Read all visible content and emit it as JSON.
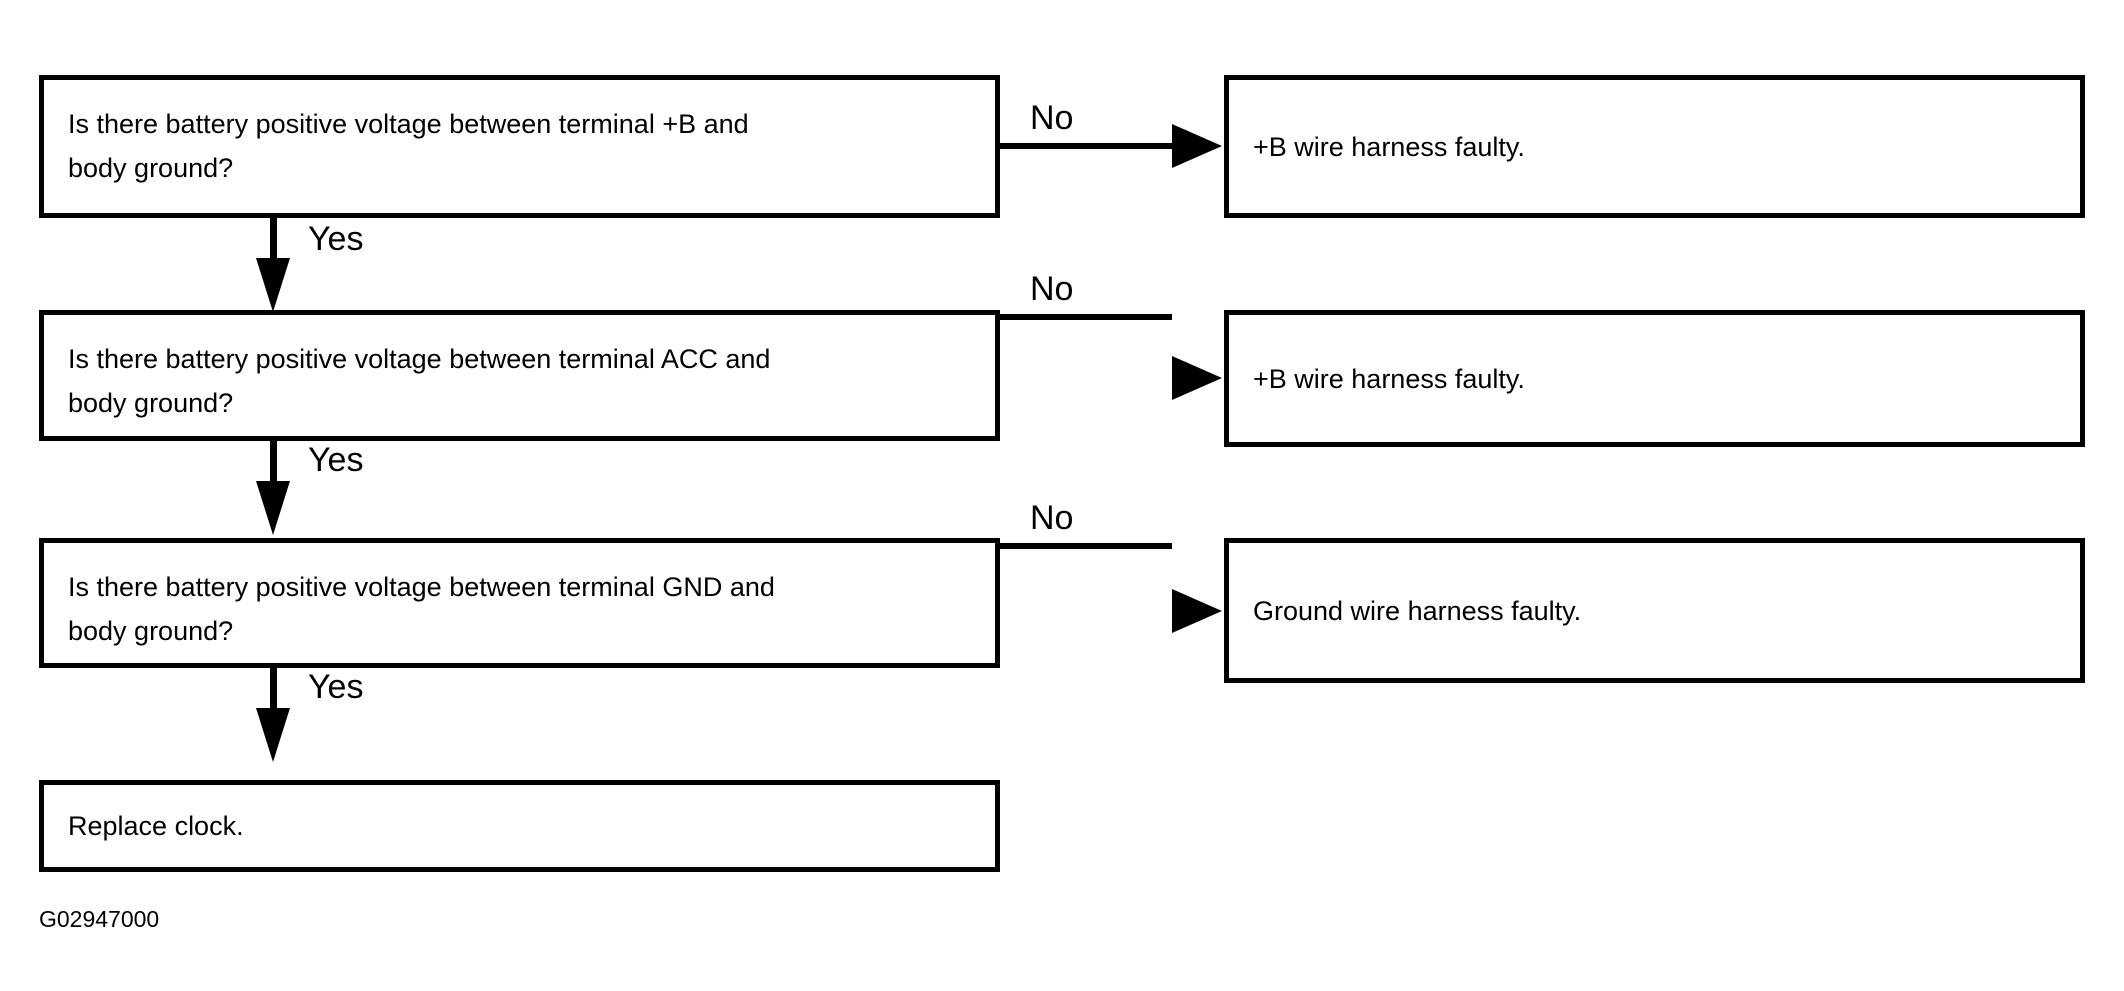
{
  "diagram": {
    "type": "flowchart",
    "caption": "G02947000",
    "nodes": [
      {
        "id": "q1",
        "kind": "decision",
        "text": "Is there battery positive voltage between terminal +B and\nbody ground?"
      },
      {
        "id": "r1",
        "kind": "outcome",
        "text": "+B wire harness faulty."
      },
      {
        "id": "q2",
        "kind": "decision",
        "text": "Is there battery positive voltage between terminal ACC and\nbody ground?"
      },
      {
        "id": "r2",
        "kind": "outcome",
        "text": "+B wire harness faulty."
      },
      {
        "id": "q3",
        "kind": "decision",
        "text": "Is there battery positive voltage between terminal GND and\nbody ground?"
      },
      {
        "id": "r3",
        "kind": "outcome",
        "text": "Ground wire harness faulty."
      },
      {
        "id": "end",
        "kind": "outcome",
        "text": "Replace clock."
      }
    ],
    "edges": [
      {
        "id": "e1",
        "from": "q1",
        "to": "r1",
        "label": "No"
      },
      {
        "id": "e2",
        "from": "q1",
        "to": "q2",
        "label": "Yes"
      },
      {
        "id": "e3",
        "from": "q2",
        "to": "r2",
        "label": "No"
      },
      {
        "id": "e4",
        "from": "q2",
        "to": "q3",
        "label": "Yes"
      },
      {
        "id": "e5",
        "from": "q3",
        "to": "r3",
        "label": "No"
      },
      {
        "id": "e6",
        "from": "q3",
        "to": "end",
        "label": "Yes"
      }
    ]
  },
  "colors": {
    "stroke": "#000000",
    "fill": "#ffffff",
    "text": "#000000"
  }
}
